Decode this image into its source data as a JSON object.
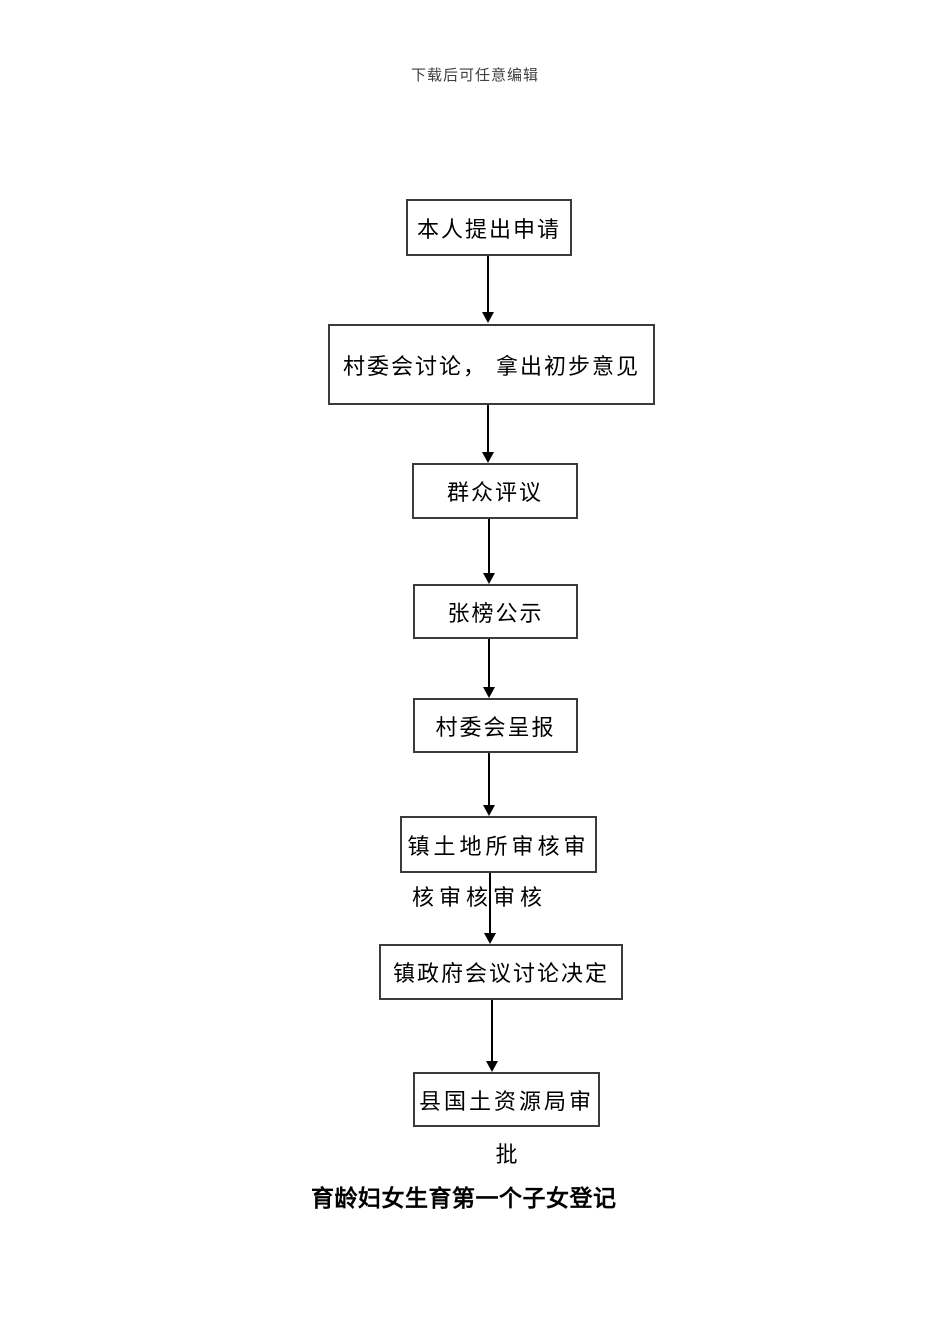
{
  "page": {
    "header_note": "下载后可任意编辑",
    "footer_title": "育龄妇女生育第一个子女登记"
  },
  "flowchart": {
    "steps": [
      {
        "label": "本人提出申请"
      },
      {
        "label": "村委会讨论， 拿出初步意见"
      },
      {
        "label": "群众评议"
      },
      {
        "label": "张榜公示"
      },
      {
        "label": "村委会呈报"
      },
      {
        "label": "镇土地所审核审",
        "overflow": "核审核审核"
      },
      {
        "label": "镇政府会议讨论决定"
      },
      {
        "label": "县国土资源局审",
        "overflow": "批"
      }
    ]
  },
  "colors": {
    "box_border": "#3b3b3b",
    "arrow": "#000000",
    "text": "#000000",
    "note_text": "#3f3f3f",
    "background": "#ffffff"
  }
}
